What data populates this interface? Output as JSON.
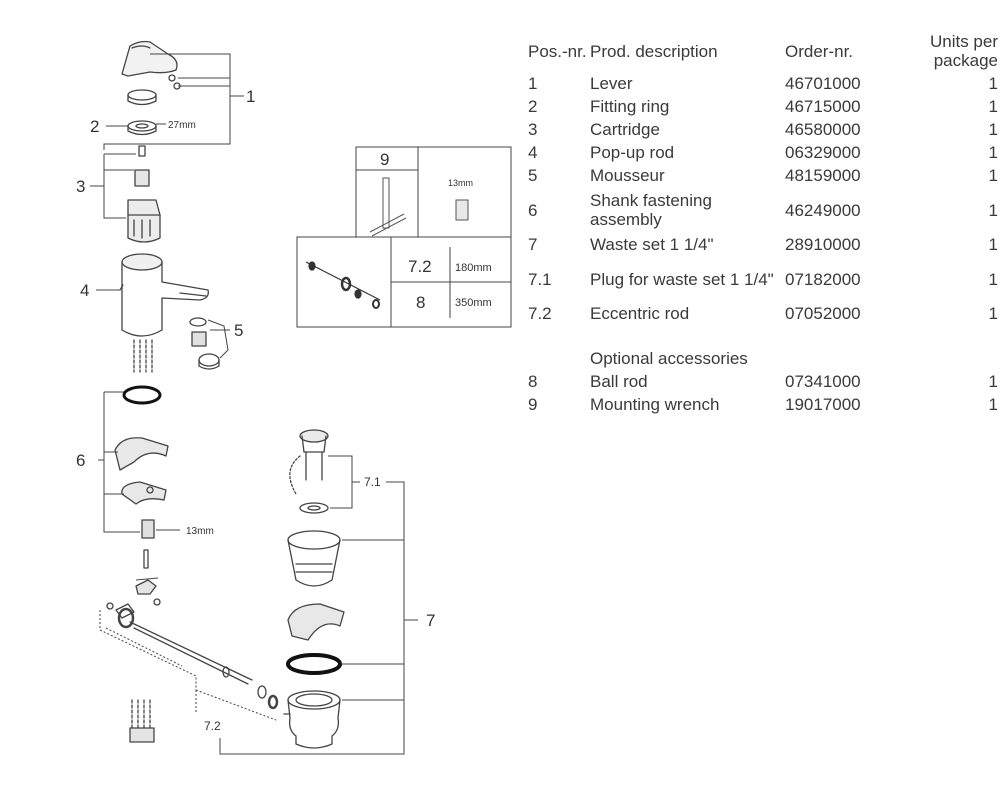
{
  "diagram": {
    "callouts": [
      "1",
      "2",
      "3",
      "4",
      "5",
      "6",
      "7",
      "7.1",
      "7.2"
    ],
    "dims": {
      "fitting_ring": "27mm",
      "shank_nut": "13mm",
      "tool_nut": "13mm"
    },
    "box_tool": {
      "pos": "9"
    },
    "box_rods": {
      "rows": [
        {
          "pos": "7.2",
          "length": "180mm"
        },
        {
          "pos": "8",
          "length": "350mm"
        }
      ]
    }
  },
  "parts_table": {
    "headers": {
      "pos": "Pos.-nr.",
      "desc": "Prod. description",
      "order": "Order-nr.",
      "units": "Units per package"
    },
    "rows": [
      {
        "pos": "1",
        "desc": "Lever",
        "order": "46701000",
        "units": "1"
      },
      {
        "pos": "2",
        "desc": "Fitting ring",
        "order": "46715000",
        "units": "1"
      },
      {
        "pos": "3",
        "desc": "Cartridge",
        "order": "46580000",
        "units": "1"
      },
      {
        "pos": "4",
        "desc": "Pop-up rod",
        "order": "06329000",
        "units": "1"
      },
      {
        "pos": "5",
        "desc": "Mousseur",
        "order": "48159000",
        "units": "1"
      },
      {
        "pos": "6",
        "desc": "Shank fastening assembly",
        "order": "46249000",
        "units": "1"
      },
      {
        "pos": "7",
        "desc": "Waste set 1 1/4\"",
        "order": "28910000",
        "units": "1"
      },
      {
        "pos": "7.1",
        "desc": "Plug for waste set 1 1/4\"",
        "order": "07182000",
        "units": "1"
      },
      {
        "pos": "7.2",
        "desc": "Eccentric rod",
        "order": "07052000",
        "units": "1"
      }
    ],
    "optional_heading": "Optional accessories",
    "optional_rows": [
      {
        "pos": "8",
        "desc": "Ball rod",
        "order": "07341000",
        "units": "1"
      },
      {
        "pos": "9",
        "desc": "Mounting wrench",
        "order": "19017000",
        "units": "1"
      }
    ]
  }
}
